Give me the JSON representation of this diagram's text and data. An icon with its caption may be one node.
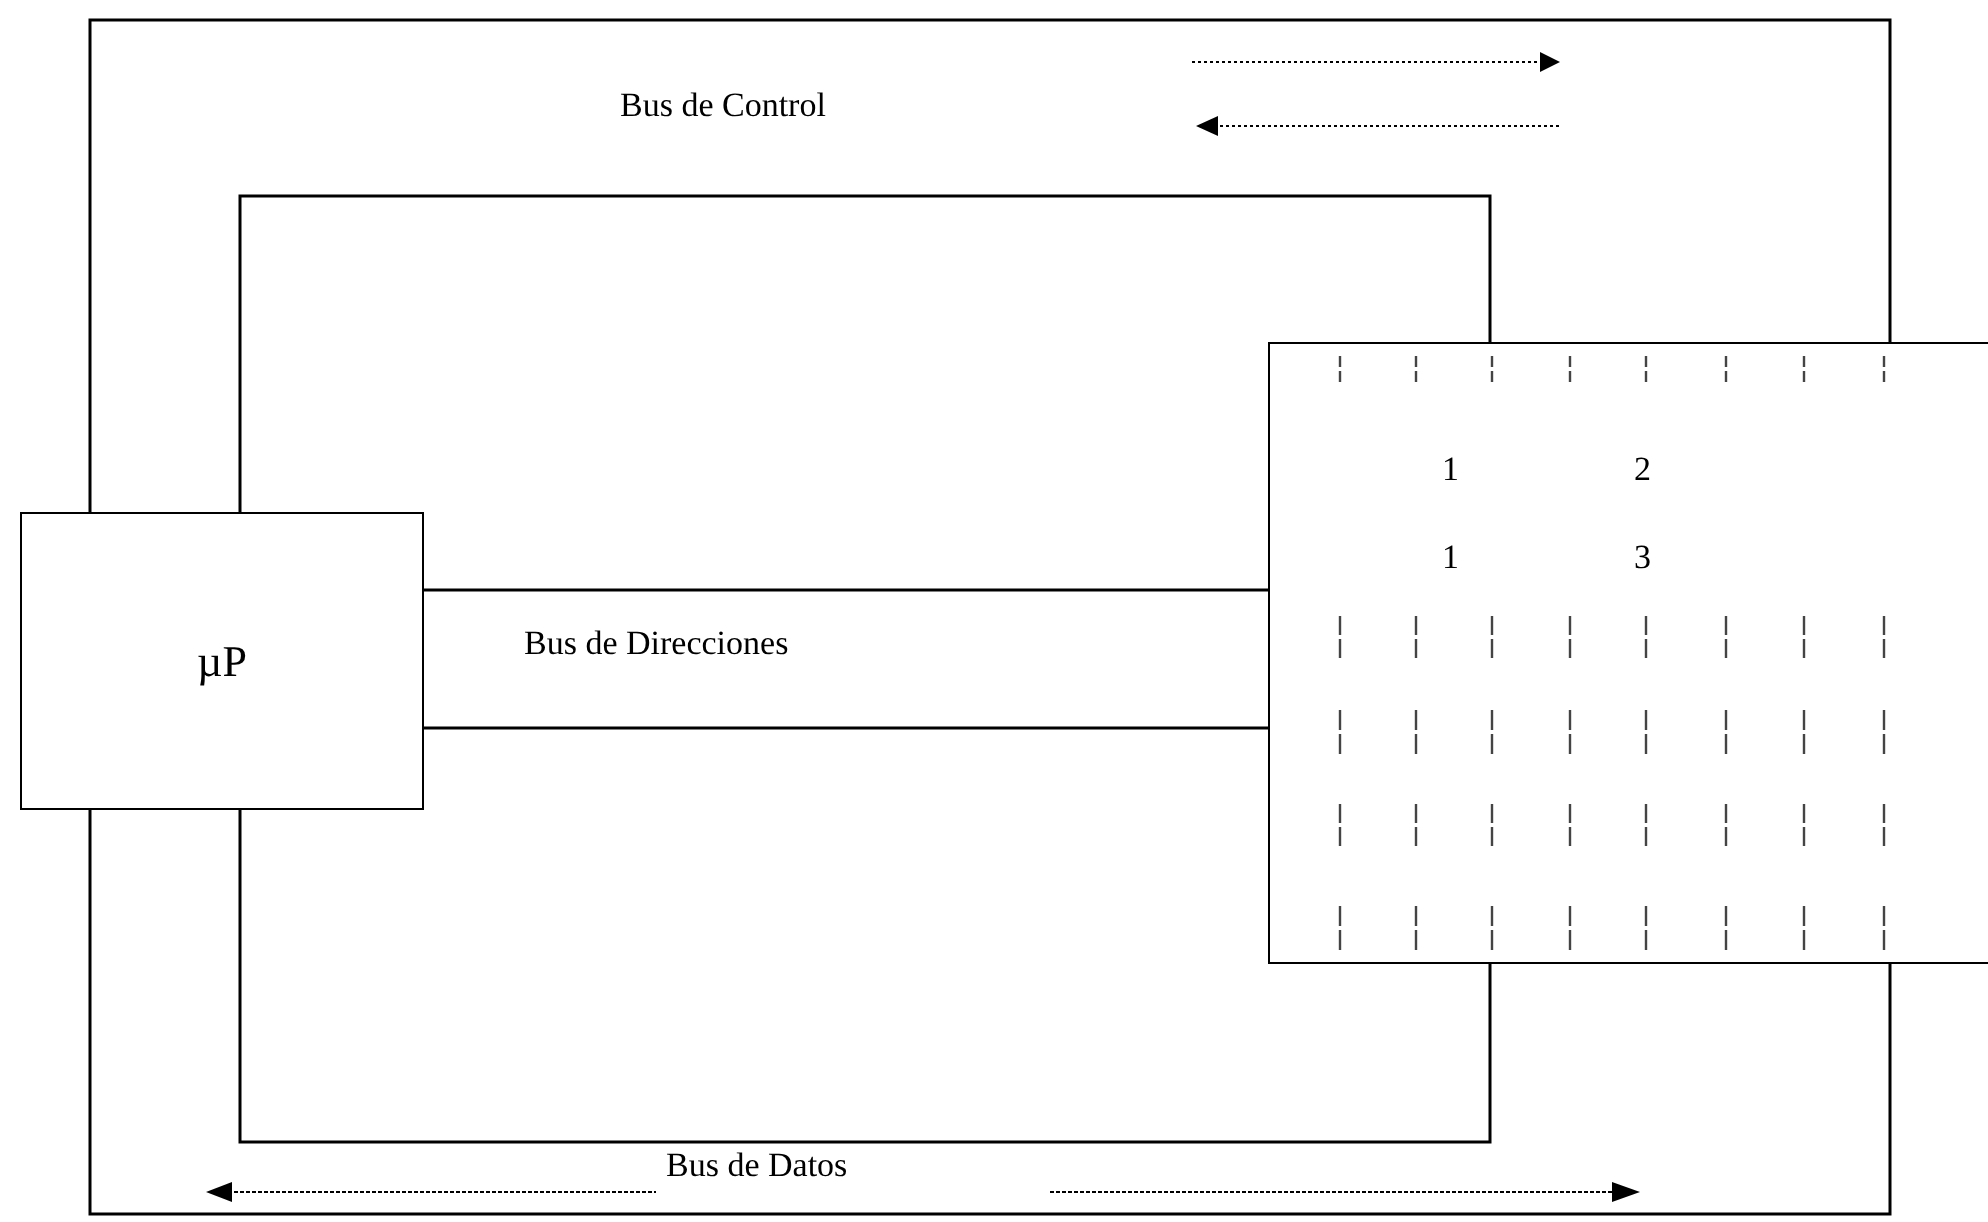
{
  "diagram": {
    "nodes": [
      {
        "text": [
          "µP"
        ]
      },
      {
        "text": [],
        "shape": "box"
      }
    ],
    "edges": [
      {
        "from": 0,
        "to": 1,
        "arrow": "none"
      },
      {
        "from": 0,
        "to": 1,
        "arrow": "none"
      },
      {
        "from": 0,
        "to": 1,
        "arrow": "none"
      },
      {
        "from": 0,
        "to": 1,
        "arrow": "none"
      },
      {
        "from": 0,
        "to": 1,
        "arrow": "none"
      },
      {
        "from": 0,
        "to": 1,
        "arrow": "none"
      }
    ],
    "labels": [
      "Bus de Control",
      "1",
      "2",
      "1",
      "3",
      "Bus de Direcciones",
      "Bus de Datos"
    ]
  }
}
